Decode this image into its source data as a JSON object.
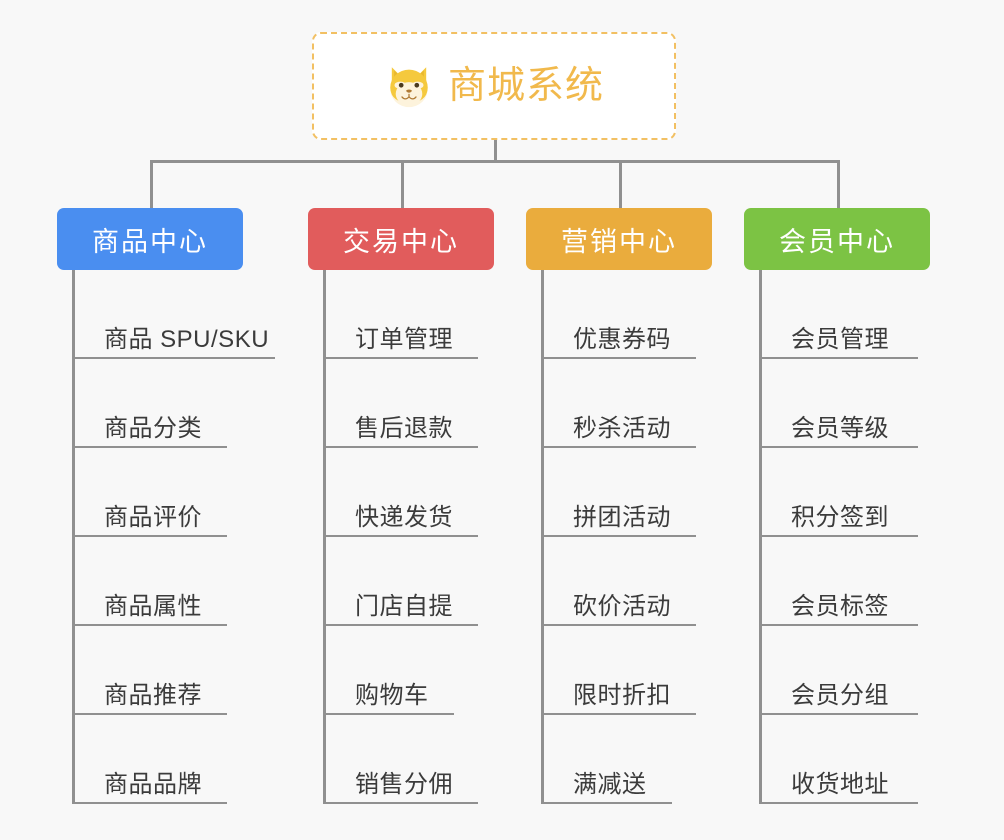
{
  "canvas": {
    "background": "#f8f8f8",
    "connector_color": "#909090"
  },
  "root": {
    "title": "商城系统",
    "icon": "shiba-dog-face-icon",
    "text_color": "#f1b94c",
    "border_color": "#f2c063",
    "background": "#ffffff"
  },
  "branches": [
    {
      "label": "商品中心",
      "color": "#4a8ef0",
      "items": [
        "商品 SPU/SKU",
        "商品分类",
        "商品评价",
        "商品属性",
        "商品推荐",
        "商品品牌"
      ]
    },
    {
      "label": "交易中心",
      "color": "#e15c5c",
      "items": [
        "订单管理",
        "售后退款",
        "快递发货",
        "门店自提",
        "购物车",
        "销售分佣"
      ]
    },
    {
      "label": "营销中心",
      "color": "#eaac3d",
      "items": [
        "优惠券码",
        "秒杀活动",
        "拼团活动",
        "砍价活动",
        "限时折扣",
        "满减送"
      ]
    },
    {
      "label": "会员中心",
      "color": "#7cc344",
      "items": [
        "会员管理",
        "会员等级",
        "积分签到",
        "会员标签",
        "会员分组",
        "收货地址"
      ]
    }
  ]
}
